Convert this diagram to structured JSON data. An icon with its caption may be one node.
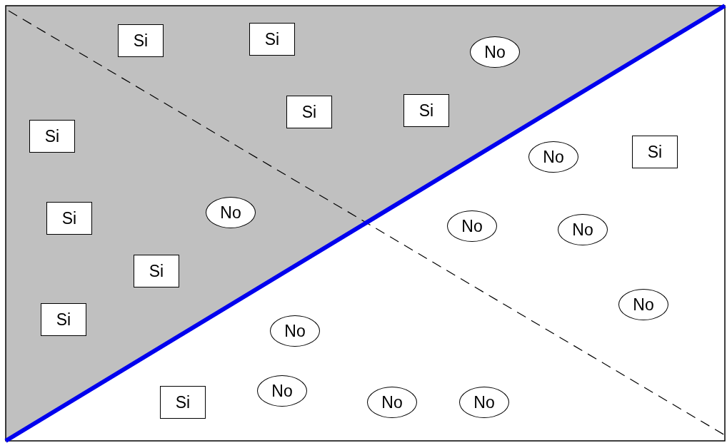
{
  "diagram": {
    "nodes": [
      {
        "text": [
          "Si"
        ]
      },
      {
        "text": [
          "Si"
        ]
      },
      {
        "text": [
          "No"
        ]
      },
      {
        "text": [
          "Si"
        ]
      },
      {
        "text": [
          "Si"
        ]
      },
      {
        "text": [
          "Si"
        ]
      },
      {
        "text": [
          "No"
        ]
      },
      {
        "text": [
          "Si"
        ]
      },
      {
        "text": [
          "No"
        ]
      },
      {
        "text": [
          "Si"
        ]
      },
      {
        "text": [
          "No"
        ]
      },
      {
        "text": [
          "No"
        ]
      },
      {
        "text": [
          "Si"
        ]
      },
      {
        "text": [
          "No"
        ]
      },
      {
        "text": [
          "Si"
        ]
      },
      {
        "text": [
          "No"
        ]
      },
      {
        "text": [
          "No"
        ]
      },
      {
        "text": [
          "Si"
        ]
      },
      {
        "text": [
          "No"
        ]
      },
      {
        "text": [
          "No"
        ]
      }
    ],
    "edges": []
  }
}
